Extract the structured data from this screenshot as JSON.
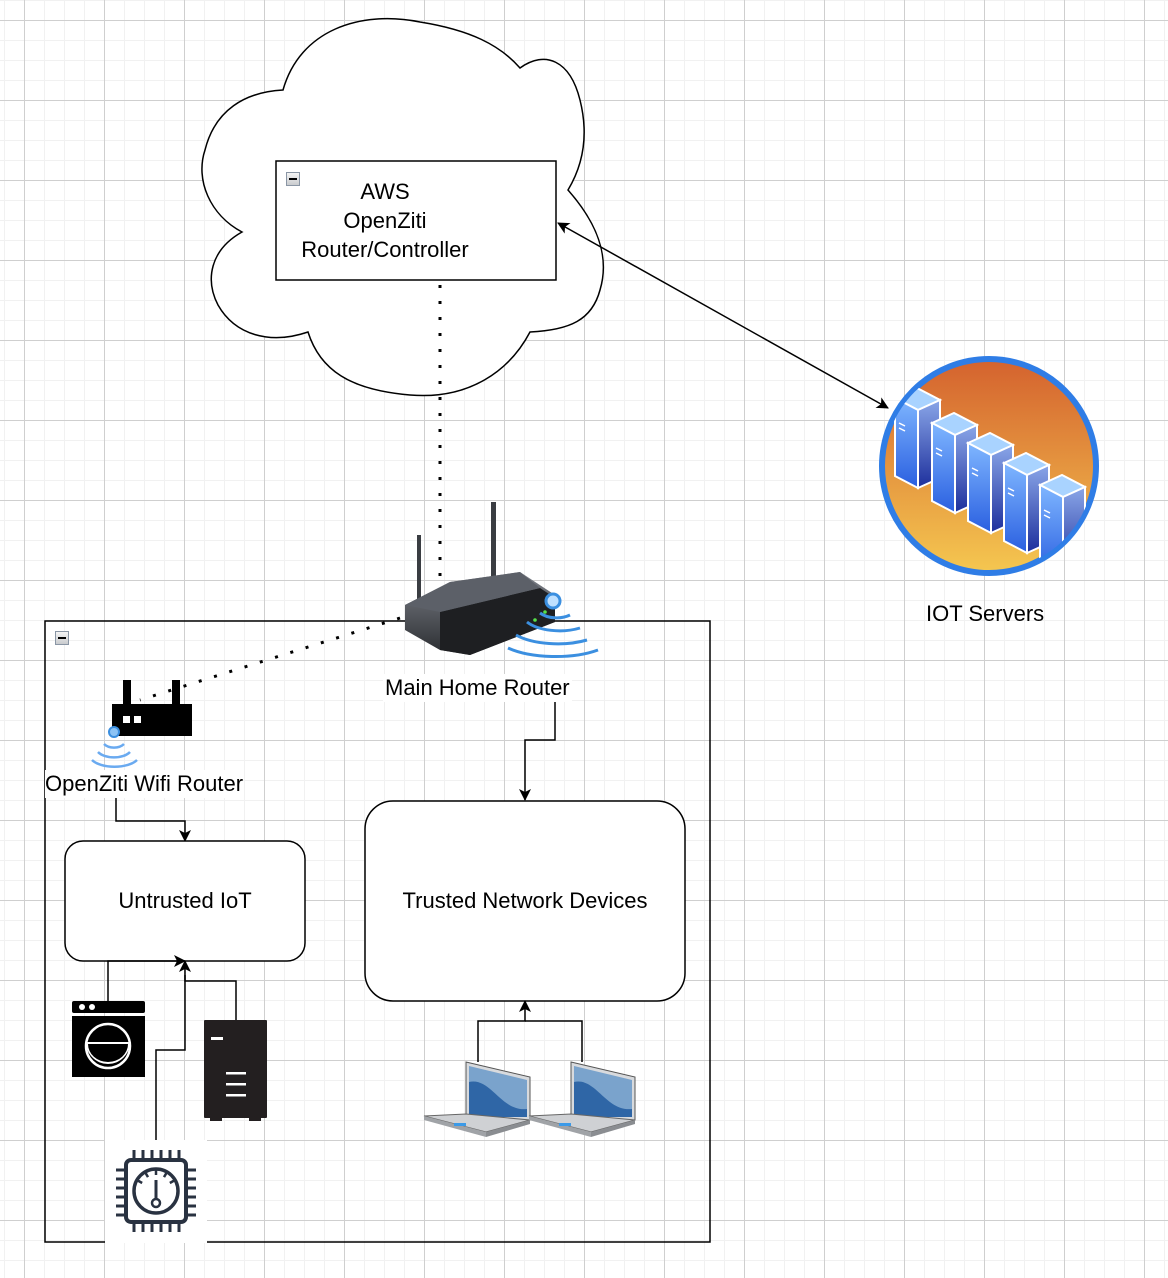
{
  "diagram": {
    "cloud": {
      "name": "AWS cloud",
      "box_label_lines": [
        "AWS",
        "OpenZiti",
        "Router/Controller"
      ]
    },
    "iot_servers": {
      "label": "IOT Servers"
    },
    "main_router": {
      "label": "Main Home Router"
    },
    "home_network_container": {
      "label": ""
    },
    "openziti_wifi_router": {
      "label": "OpenZiti Wifi Router"
    },
    "untrusted_iot": {
      "label": "Untrusted IoT"
    },
    "trusted_devices": {
      "label": "Trusted Network Devices"
    },
    "devices": {
      "untrusted": [
        "washing-machine",
        "server-tower",
        "temperature-sensor-chip"
      ],
      "trusted": [
        "laptop",
        "laptop"
      ]
    },
    "connections": [
      {
        "from": "AWS OpenZiti Router/Controller",
        "to": "IOT Servers",
        "style": "solid",
        "arrows": "both"
      },
      {
        "from": "AWS OpenZiti Router/Controller",
        "to": "Main Home Router",
        "style": "dotted",
        "arrows": "none"
      },
      {
        "from": "Main Home Router",
        "to": "OpenZiti Wifi Router",
        "style": "dotted",
        "arrows": "none"
      },
      {
        "from": "Main Home Router",
        "to": "Trusted Network Devices",
        "style": "solid",
        "arrows": "end"
      },
      {
        "from": "OpenZiti Wifi Router",
        "to": "Untrusted IoT",
        "style": "solid",
        "arrows": "end"
      },
      {
        "from": "washing-machine",
        "to": "Untrusted IoT",
        "style": "solid",
        "arrows": "end"
      },
      {
        "from": "server-tower",
        "to": "Untrusted IoT",
        "style": "solid",
        "arrows": "end"
      },
      {
        "from": "temperature-sensor-chip",
        "to": "Untrusted IoT",
        "style": "solid",
        "arrows": "end"
      },
      {
        "from": "laptop",
        "to": "Trusted Network Devices",
        "style": "solid",
        "arrows": "end"
      },
      {
        "from": "laptop",
        "to": "Trusted Network Devices",
        "style": "solid",
        "arrows": "end"
      }
    ],
    "colors": {
      "line": "#000000",
      "wifi_blue": "#3b8fe0",
      "server_ring": "#2f7de6",
      "server_bg_top": "#d8692f",
      "server_bg_bottom": "#f3c24f",
      "laptop_screen": "#2f66a6"
    }
  }
}
